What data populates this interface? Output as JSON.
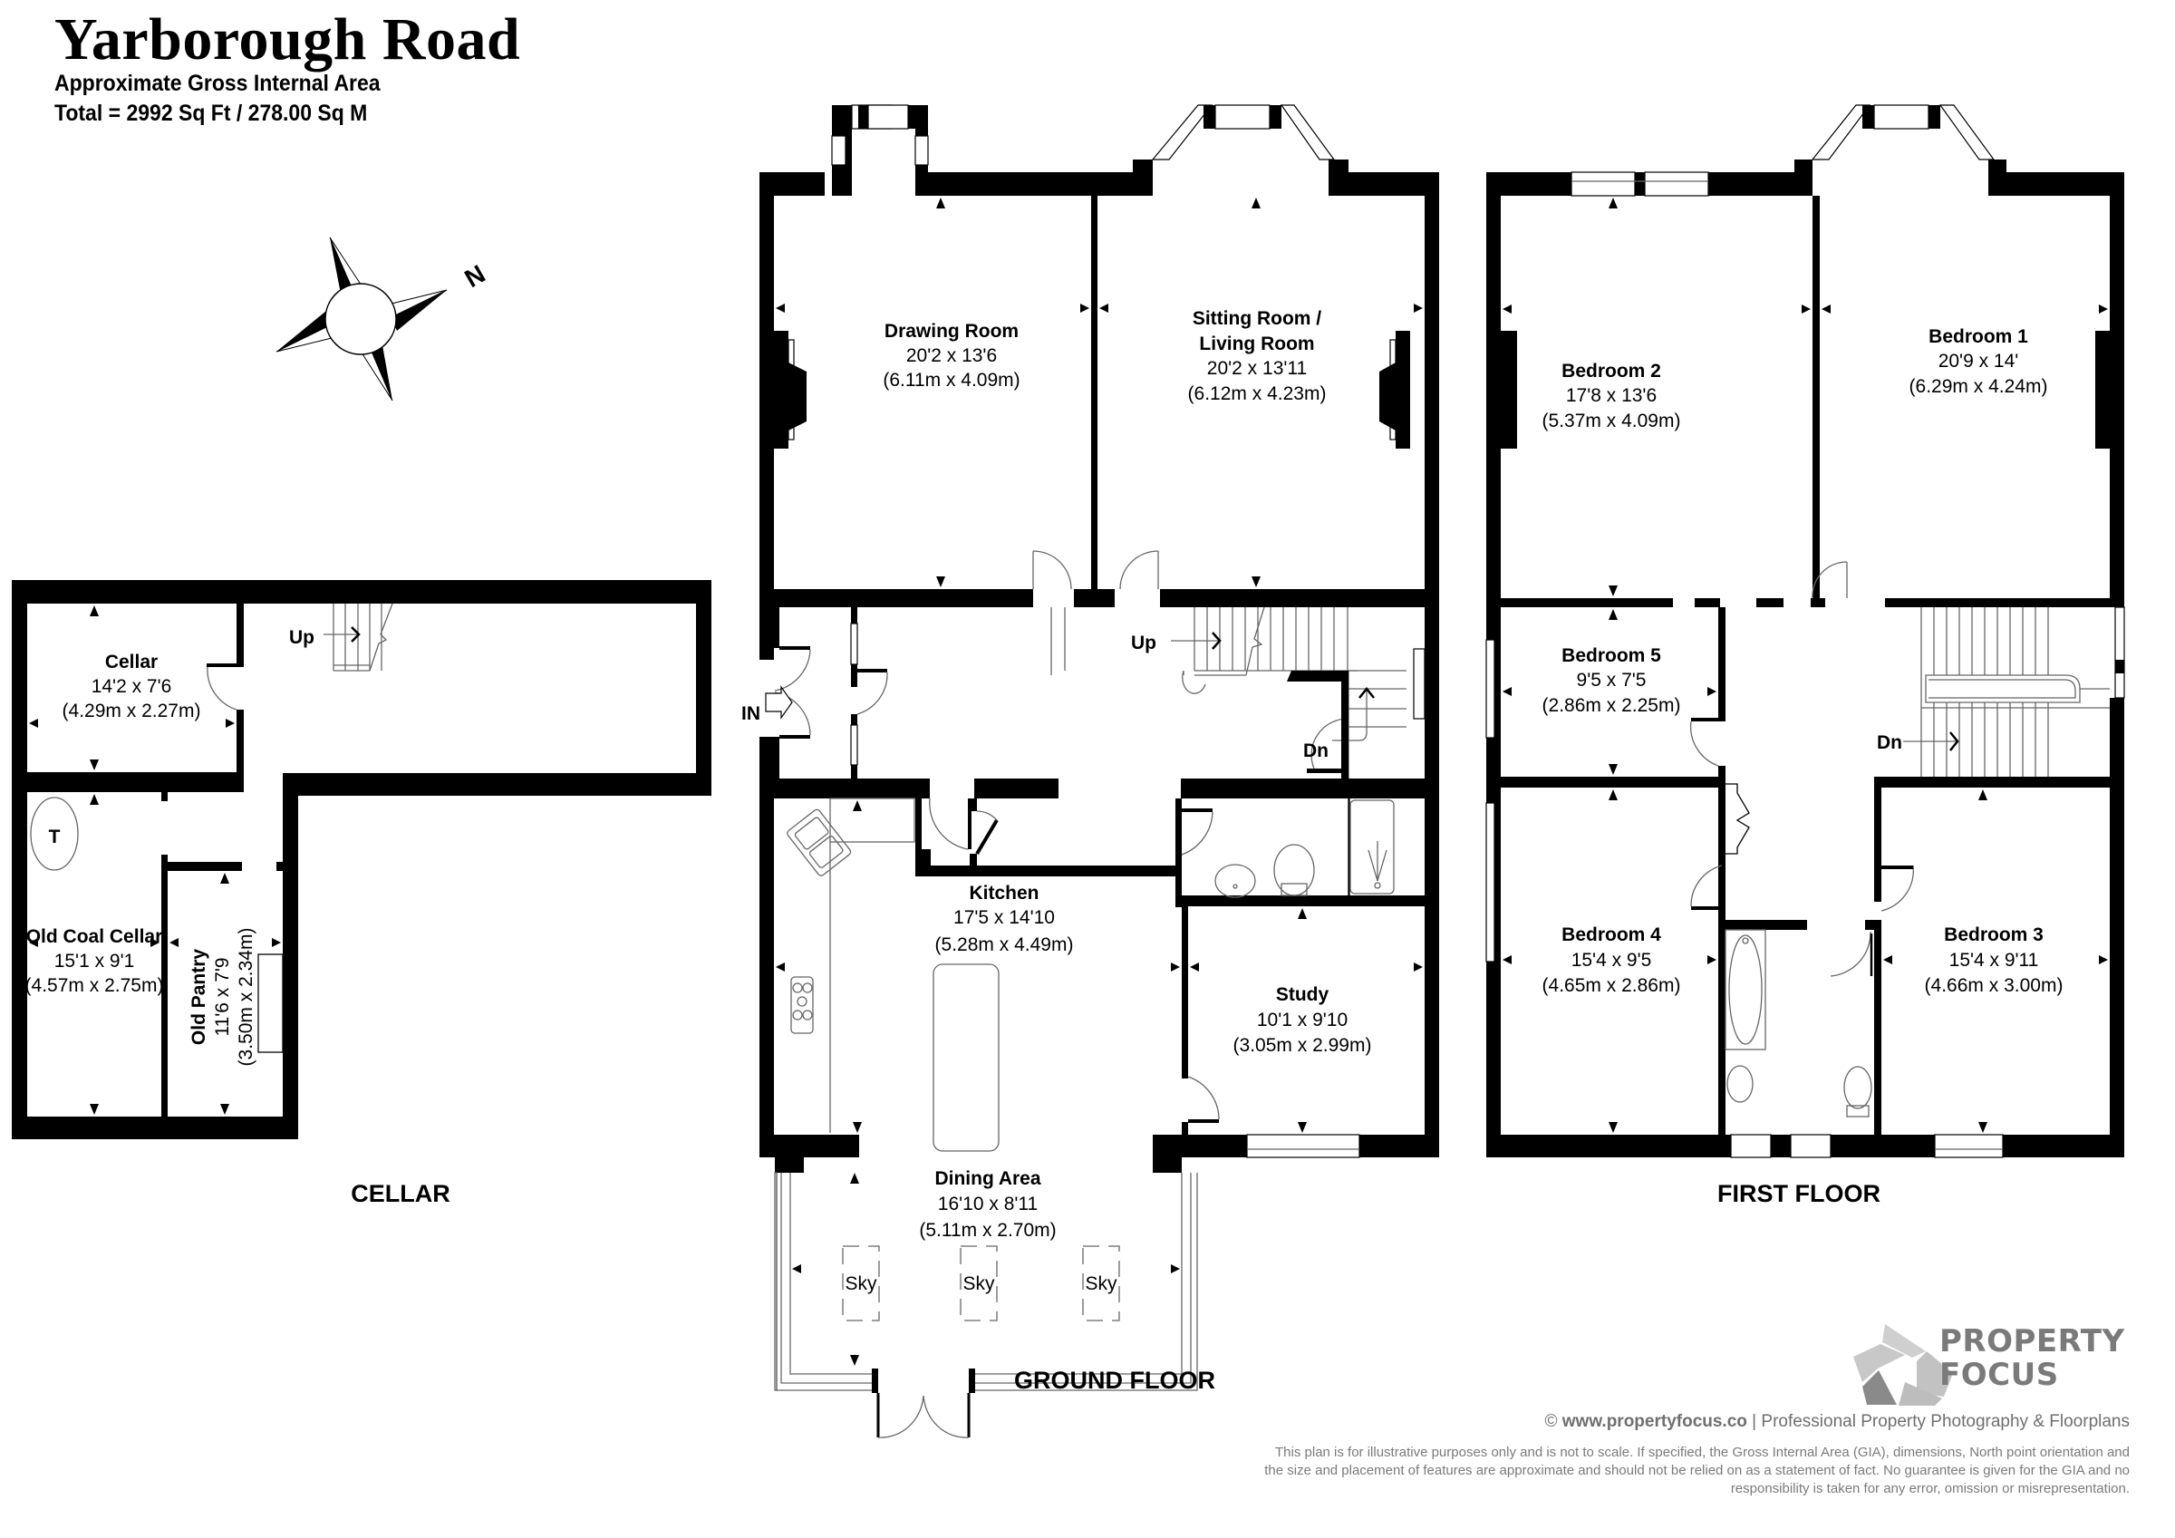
{
  "header": {
    "title": "Yarborough Road",
    "subtitle": "Approximate Gross Internal Area",
    "total_area": "Total = 2992 Sq Ft / 278.00 Sq M"
  },
  "compass": {
    "north_label": "N",
    "icon": "compass-rose-icon"
  },
  "floors": {
    "cellar": {
      "label": "CELLAR",
      "stairs_label": "Up",
      "tank_label": "T",
      "rooms": {
        "cellar": {
          "name": "Cellar",
          "imperial": "14'2 x 7'6",
          "metric": "(4.29m x 2.27m)"
        },
        "old_coal_cellar": {
          "name": "Old Coal Cellar",
          "imperial": "15'1 x 9'1",
          "metric": "(4.57m x 2.75m)"
        },
        "old_pantry": {
          "name": "Old Pantry",
          "imperial": "11'6 x 7'9",
          "metric": "(3.50m x 2.34m)"
        }
      }
    },
    "ground": {
      "label": "GROUND FLOOR",
      "entrance_label": "IN",
      "stairs_up_label": "Up",
      "stairs_down_label": "Dn",
      "skylight_labels": [
        "Sky",
        "Sky",
        "Sky"
      ],
      "rooms": {
        "drawing_room": {
          "name": "Drawing Room",
          "imperial": "20'2 x 13'6",
          "metric": "(6.11m x 4.09m)"
        },
        "sitting_room": {
          "name_line1": "Sitting Room /",
          "name_line2": "Living Room",
          "imperial": "20'2 x 13'11",
          "metric": "(6.12m x 4.23m)"
        },
        "kitchen": {
          "name": "Kitchen",
          "imperial": "17'5 x 14'10",
          "metric": "(5.28m x 4.49m)"
        },
        "study": {
          "name": "Study",
          "imperial": "10'1 x 9'10",
          "metric": "(3.05m x 2.99m)"
        },
        "dining_area": {
          "name": "Dining Area",
          "imperial": "16'10 x 8'11",
          "metric": "(5.11m x 2.70m)"
        }
      }
    },
    "first": {
      "label": "FIRST FLOOR",
      "stairs_down_label": "Dn",
      "rooms": {
        "bedroom_1": {
          "name": "Bedroom 1",
          "imperial": "20'9 x 14'",
          "metric": "(6.29m x 4.24m)"
        },
        "bedroom_2": {
          "name": "Bedroom 2",
          "imperial": "17'8 x 13'6",
          "metric": "(5.37m x 4.09m)"
        },
        "bedroom_3": {
          "name": "Bedroom 3",
          "imperial": "15'4 x 9'11",
          "metric": "(4.66m x 3.00m)"
        },
        "bedroom_4": {
          "name": "Bedroom 4",
          "imperial": "15'4 x 9'5",
          "metric": "(4.65m x 2.86m)"
        },
        "bedroom_5": {
          "name": "Bedroom 5",
          "imperial": "9'5 x 7'5",
          "metric": "(2.86m x 2.25m)"
        }
      }
    }
  },
  "branding": {
    "logo_line1": "PROPERTY",
    "logo_line2": "FOCUS",
    "logo_colors": {
      "light": "#cfcfcf",
      "mid": "#b5b5b5",
      "dark": "#8a8a8a",
      "text": "#7a7a7a"
    },
    "copyright_symbol": "©",
    "website": "www.propertyfocus.co",
    "separator": "|",
    "tagline": "Professional Property Photography & Floorplans",
    "disclaimer": "This plan is for illustrative purposes only and is not to scale. If specified, the Gross Internal Area (GIA), dimensions, North point orientation and the size and placement of features are approximate and should not be relied on as a statement of fact. No guarantee is given for the GIA and no responsibility is taken for any error, omission or misrepresentation."
  }
}
